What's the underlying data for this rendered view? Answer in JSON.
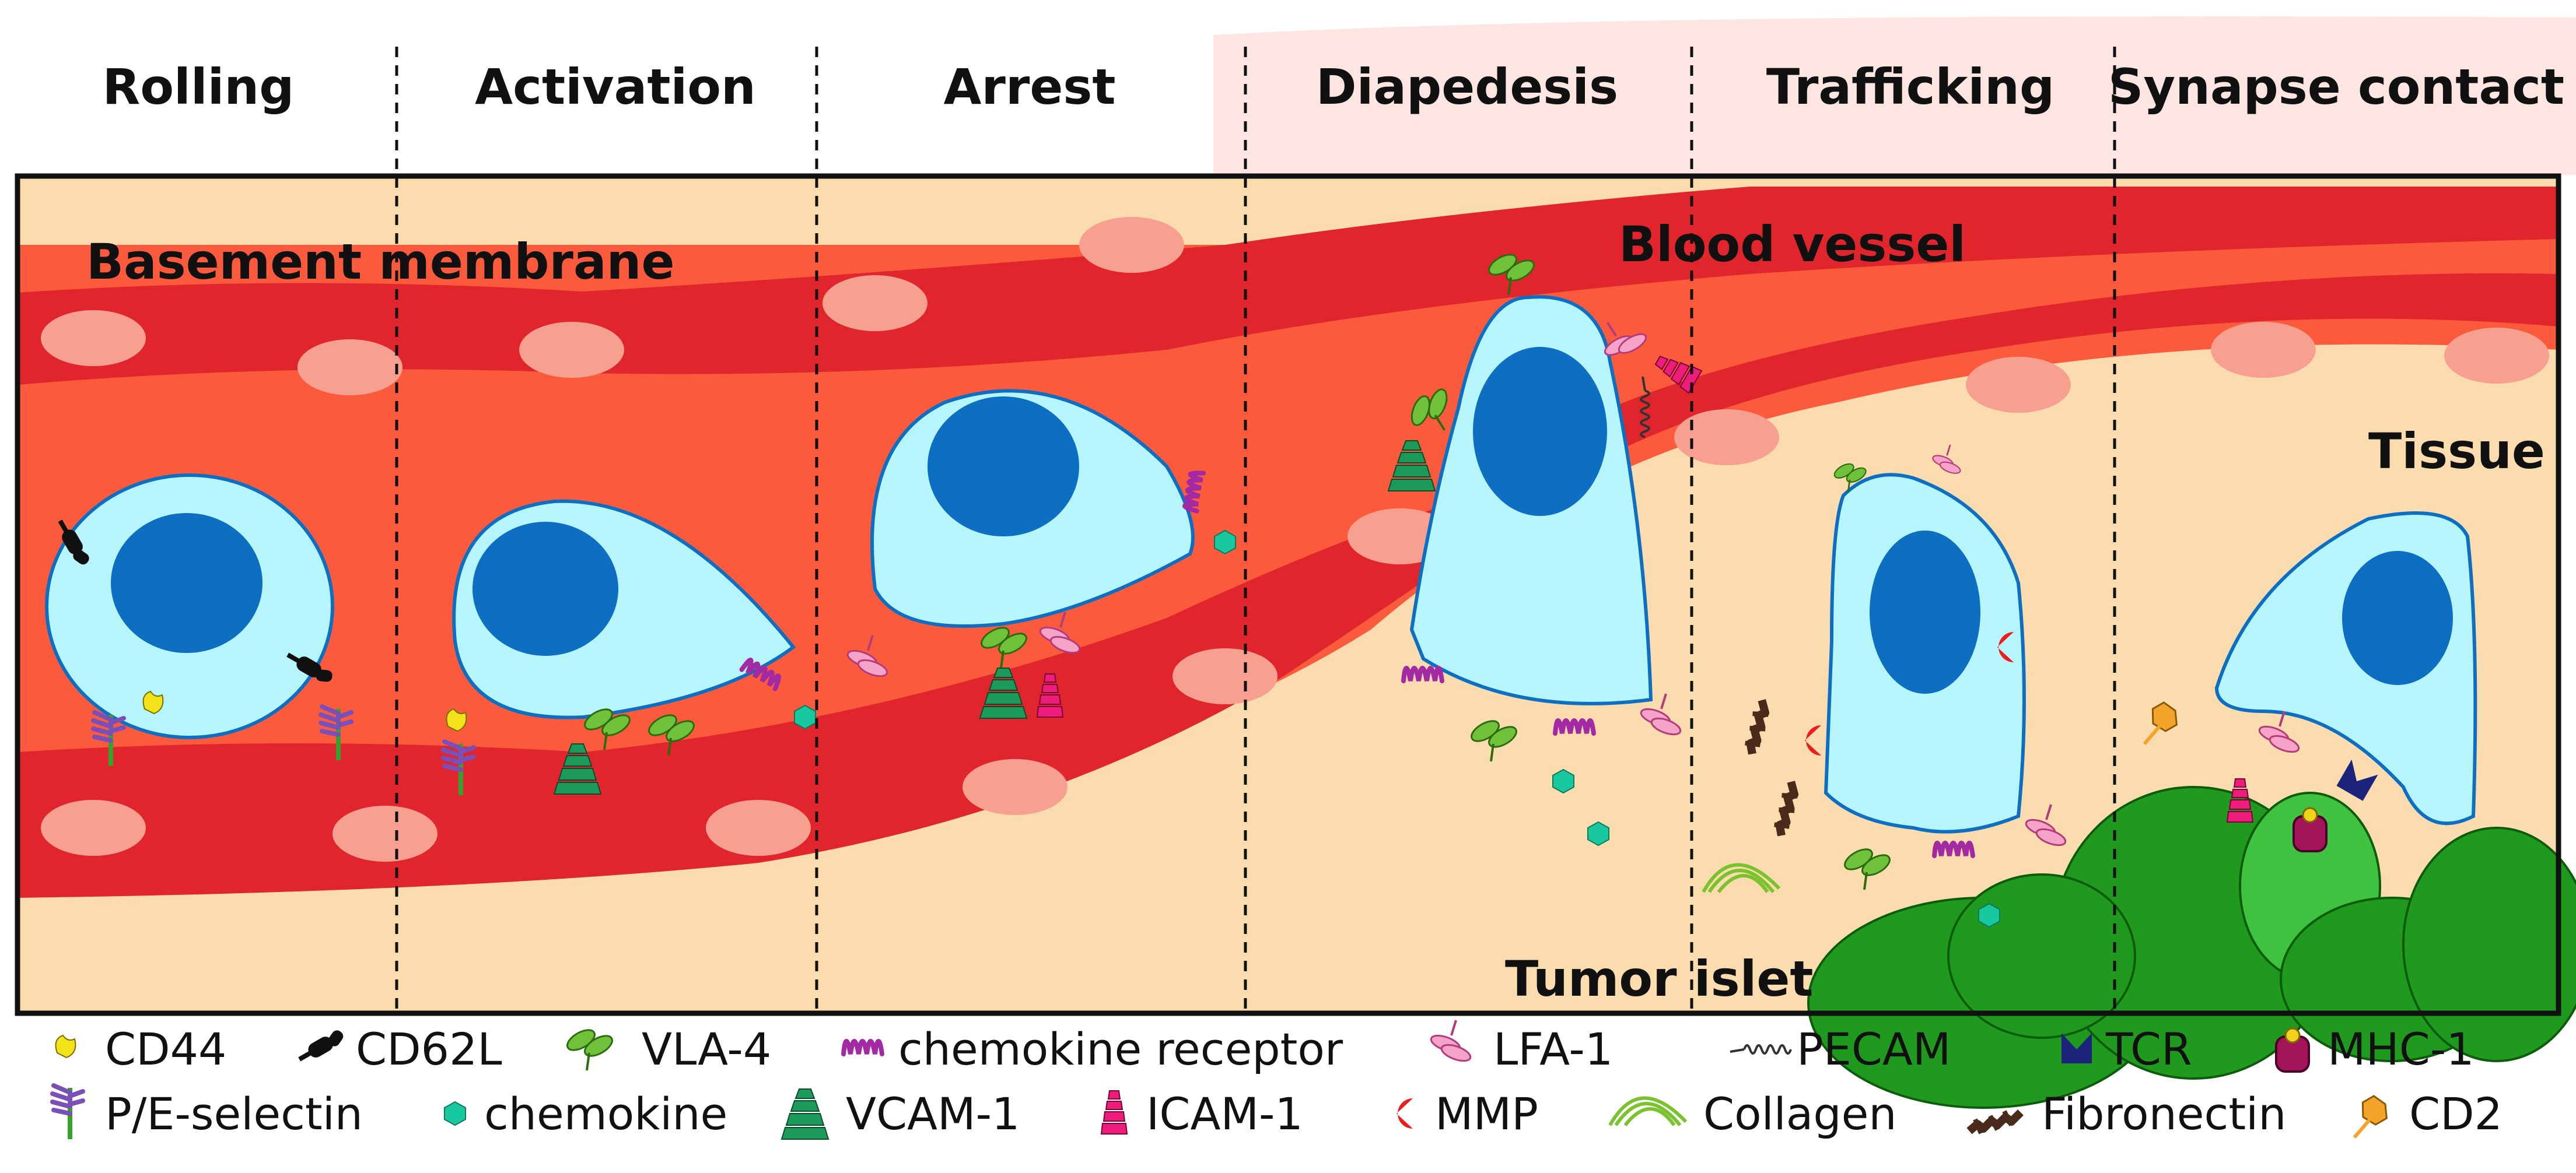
{
  "stages": [
    "Rolling",
    "Activation",
    "Arrest",
    "Diapedesis",
    "Trafficking",
    "Synapse contact"
  ],
  "regions": {
    "basement_membrane": "Basement membrane",
    "blood_vessel": "Blood vessel",
    "tissue": "Tissue",
    "tumor_islet": "Tumor islet"
  },
  "legend": [
    {
      "label": "CD44",
      "icon": "cd44-icon"
    },
    {
      "label": "CD62L",
      "icon": "cd62l-icon"
    },
    {
      "label": "VLA-4",
      "icon": "vla4-icon"
    },
    {
      "label": "chemokine receptor",
      "icon": "chemokine-receptor-icon"
    },
    {
      "label": "LFA-1",
      "icon": "lfa1-icon"
    },
    {
      "label": "PECAM",
      "icon": "pecam-icon"
    },
    {
      "label": "TCR",
      "icon": "tcr-icon"
    },
    {
      "label": "MHC-1",
      "icon": "mhc1-icon"
    },
    {
      "label": "P/E-selectin",
      "icon": "selectin-icon"
    },
    {
      "label": "chemokine",
      "icon": "chemokine-icon"
    },
    {
      "label": "VCAM-1",
      "icon": "vcam1-icon"
    },
    {
      "label": "ICAM-1",
      "icon": "icam1-icon"
    },
    {
      "label": "MMP",
      "icon": "mmp-icon"
    },
    {
      "label": "Collagen",
      "icon": "collagen-icon"
    },
    {
      "label": "Fibronectin",
      "icon": "fibronectin-icon"
    },
    {
      "label": "CD2",
      "icon": "cd2-icon"
    }
  ],
  "colors": {
    "vessel": "#fb5b3c",
    "endothelium": "#e0262c",
    "endothelial_nucleus": "#f7a090",
    "tissue": "#fbdcae",
    "cell_body": "#b5f5fb",
    "cell_nucleus": "#0e6fc2",
    "tumor": "#1f9a1f",
    "header_band": "#fde6e2"
  }
}
